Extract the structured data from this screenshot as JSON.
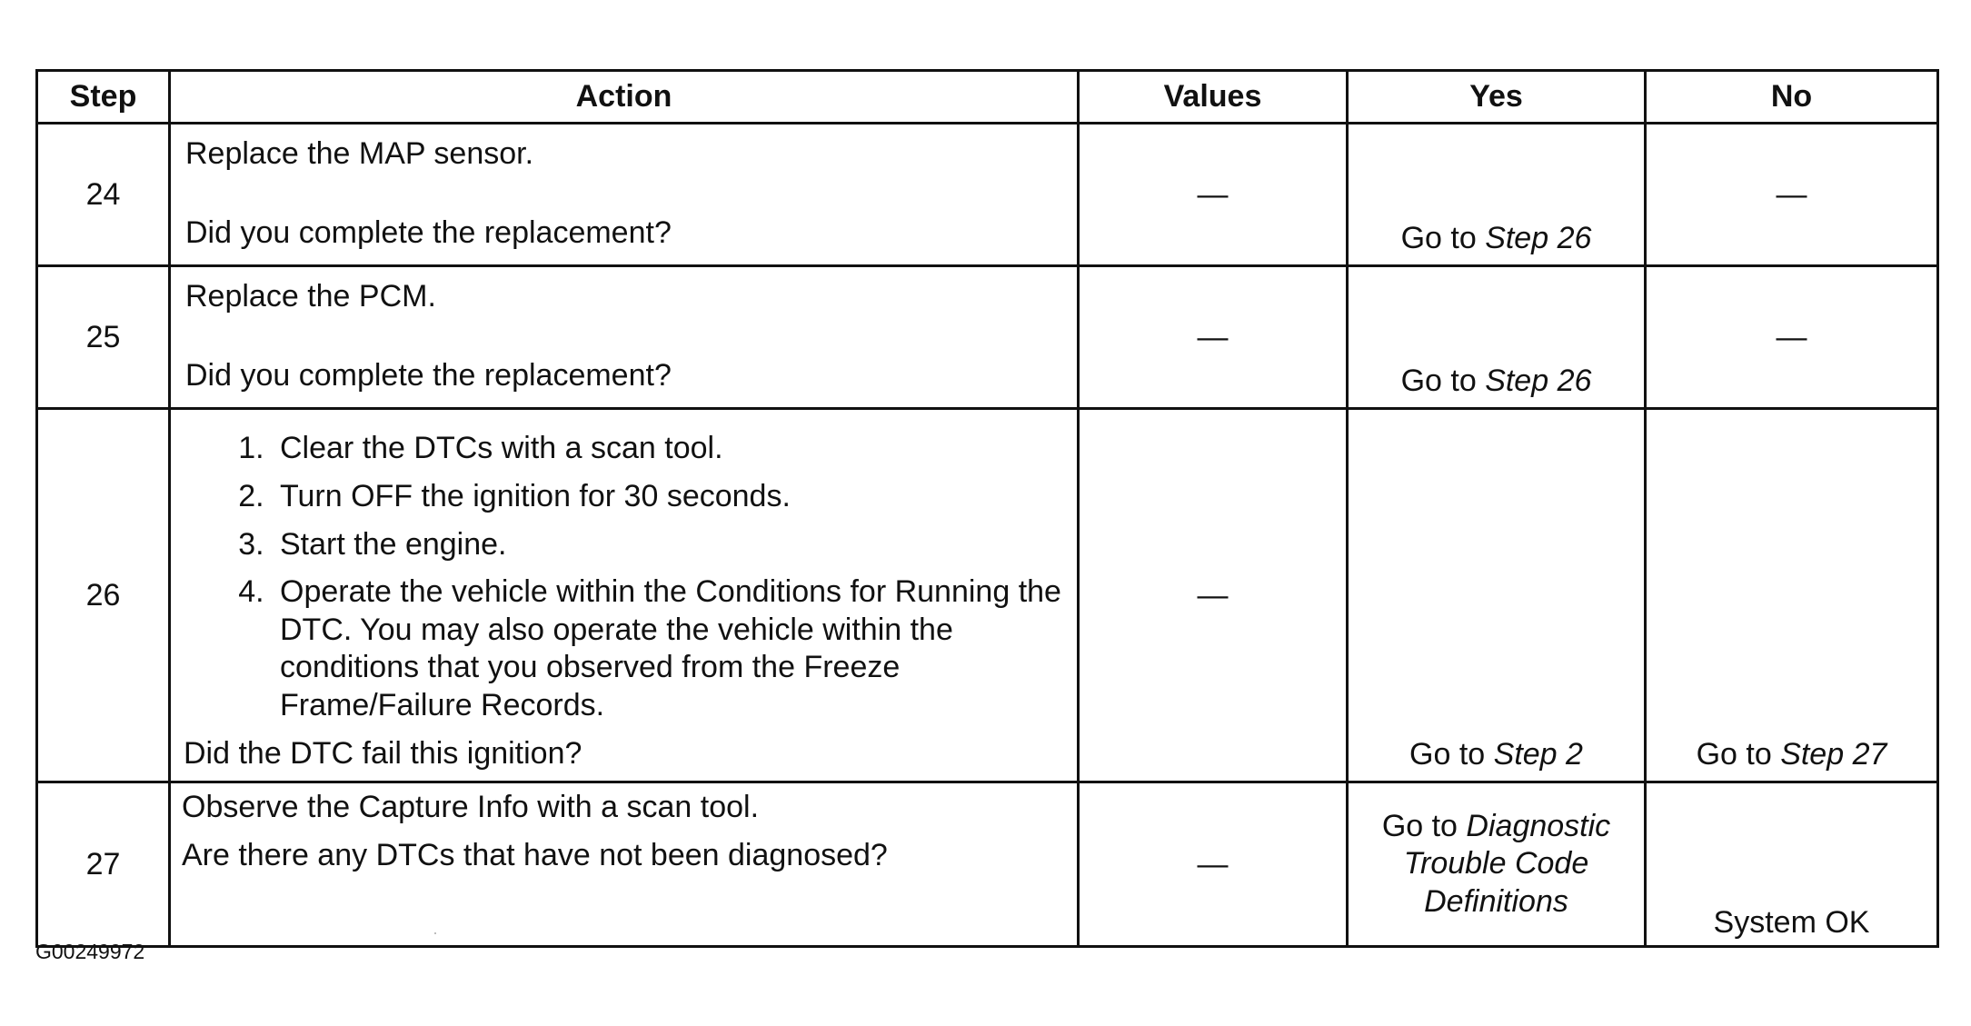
{
  "headers": {
    "step": "Step",
    "action": "Action",
    "values": "Values",
    "yes": "Yes",
    "no": "No"
  },
  "rows": [
    {
      "step": "24",
      "action_top": "Replace the MAP sensor.",
      "action_question": "Did you complete the replacement?",
      "values": "—",
      "yes_prefix": "Go to ",
      "yes_link": "Step 26",
      "no": "—"
    },
    {
      "step": "25",
      "action_top": "Replace the PCM.",
      "action_question": "Did you complete the replacement?",
      "values": "—",
      "yes_prefix": "Go to ",
      "yes_link": "Step 26",
      "no": "—"
    },
    {
      "step": "26",
      "action_items": [
        "Clear the DTCs with a scan tool.",
        "Turn OFF the ignition for 30 seconds.",
        "Start the engine.",
        "Operate the vehicle within the Conditions for Running the DTC. You may also operate the vehicle within the conditions that you observed from the Freeze Frame/Failure Records."
      ],
      "action_question": "Did the DTC fail this ignition?",
      "values": "—",
      "yes_prefix": "Go to ",
      "yes_link": "Step 2",
      "no_prefix": "Go to ",
      "no_link": "Step 27"
    },
    {
      "step": "27",
      "action_top": "Observe the Capture Info with a scan tool.",
      "action_question": "Are there any DTCs that have not been diagnosed?",
      "values": "—",
      "yes_prefix": "Go to ",
      "yes_link_lines": [
        "Diagnostic",
        "Trouble Code",
        "Definitions"
      ],
      "no": "System OK"
    }
  ],
  "figure_id": "G00249972"
}
